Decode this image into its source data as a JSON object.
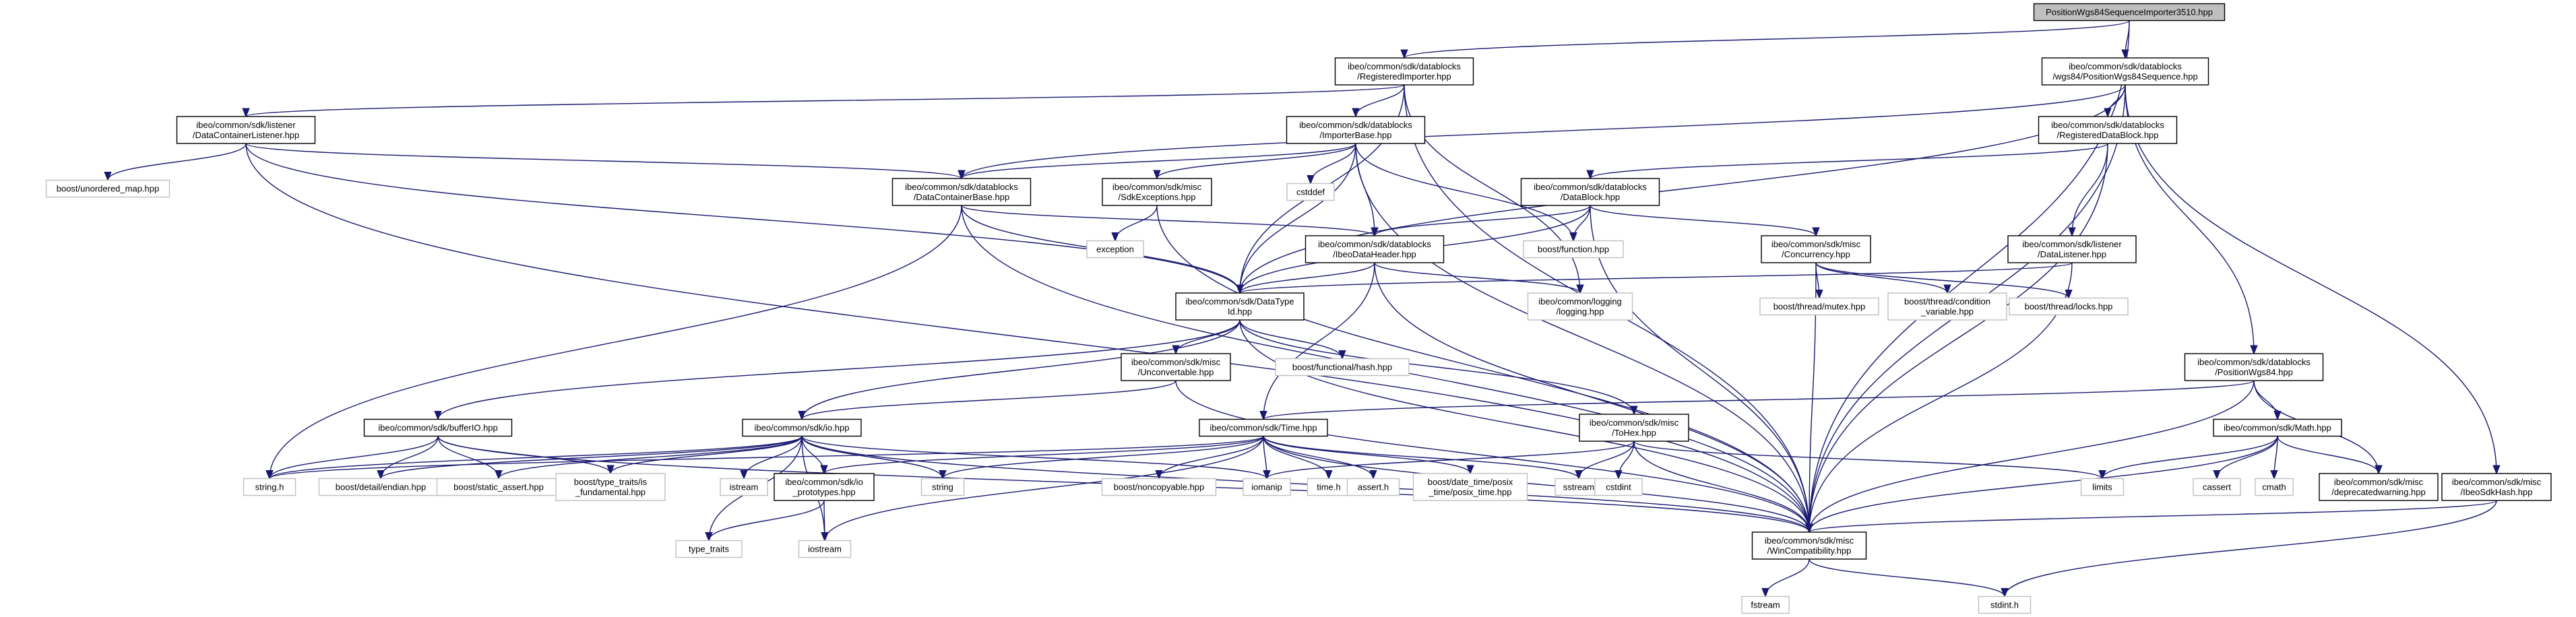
{
  "colors": {
    "edge": "#191970",
    "node_border": "#000000",
    "missing_border": "#bfbfbf",
    "root_fill": "#bfbfbf",
    "node_fill": "#ffffff",
    "missing_text": "#000000"
  },
  "nodes": [
    {
      "id": "root",
      "lines": [
        "PositionWgs84SequenceImporter3510.hpp"
      ],
      "kind": "root"
    },
    {
      "id": "regimp",
      "lines": [
        "ibeo/common/sdk/datablocks",
        "/RegisteredImporter.hpp"
      ],
      "kind": "file"
    },
    {
      "id": "pwseq",
      "lines": [
        "ibeo/common/sdk/datablocks",
        "/wgs84/PositionWgs84Sequence.hpp"
      ],
      "kind": "file"
    },
    {
      "id": "dclistener",
      "lines": [
        "ibeo/common/sdk/listener",
        "/DataContainerListener.hpp"
      ],
      "kind": "file"
    },
    {
      "id": "impbase",
      "lines": [
        "ibeo/common/sdk/datablocks",
        "/ImporterBase.hpp"
      ],
      "kind": "file"
    },
    {
      "id": "regdb",
      "lines": [
        "ibeo/common/sdk/datablocks",
        "/RegisteredDataBlock.hpp"
      ],
      "kind": "file"
    },
    {
      "id": "unordered",
      "lines": [
        "boost/unordered_map.hpp"
      ],
      "kind": "missing"
    },
    {
      "id": "dcbase",
      "lines": [
        "ibeo/common/sdk/datablocks",
        "/DataContainerBase.hpp"
      ],
      "kind": "file"
    },
    {
      "id": "sdkexc",
      "lines": [
        "ibeo/common/sdk/misc",
        "/SdkExceptions.hpp"
      ],
      "kind": "file"
    },
    {
      "id": "cstddef",
      "lines": [
        "cstddef"
      ],
      "kind": "missing"
    },
    {
      "id": "datablock",
      "lines": [
        "ibeo/common/sdk/datablocks",
        "/DataBlock.hpp"
      ],
      "kind": "file"
    },
    {
      "id": "exception",
      "lines": [
        "exception"
      ],
      "kind": "missing"
    },
    {
      "id": "ibeoheader",
      "lines": [
        "ibeo/common/sdk/datablocks",
        "/IbeoDataHeader.hpp"
      ],
      "kind": "file"
    },
    {
      "id": "boostfunc",
      "lines": [
        "boost/function.hpp"
      ],
      "kind": "missing"
    },
    {
      "id": "concurrency",
      "lines": [
        "ibeo/common/sdk/misc",
        "/Concurrency.hpp"
      ],
      "kind": "file"
    },
    {
      "id": "dlistener",
      "lines": [
        "ibeo/common/sdk/listener",
        "/DataListener.hpp"
      ],
      "kind": "file"
    },
    {
      "id": "datatypeid",
      "lines": [
        "ibeo/common/sdk/DataType",
        "Id.hpp"
      ],
      "kind": "file"
    },
    {
      "id": "logging",
      "lines": [
        "ibeo/common/logging",
        "/logging.hpp"
      ],
      "kind": "missing"
    },
    {
      "id": "mutex",
      "lines": [
        "boost/thread/mutex.hpp"
      ],
      "kind": "missing"
    },
    {
      "id": "condvar",
      "lines": [
        "boost/thread/condition",
        "_variable.hpp"
      ],
      "kind": "missing"
    },
    {
      "id": "locks",
      "lines": [
        "boost/thread/locks.hpp"
      ],
      "kind": "missing"
    },
    {
      "id": "unconvert",
      "lines": [
        "ibeo/common/sdk/misc",
        "/Unconvertable.hpp"
      ],
      "kind": "file"
    },
    {
      "id": "funchash",
      "lines": [
        "boost/functional/hash.hpp"
      ],
      "kind": "missing"
    },
    {
      "id": "poswgs",
      "lines": [
        "ibeo/common/sdk/datablocks",
        "/PositionWgs84.hpp"
      ],
      "kind": "file"
    },
    {
      "id": "bufferio",
      "lines": [
        "ibeo/common/sdk/bufferIO.hpp"
      ],
      "kind": "file"
    },
    {
      "id": "io",
      "lines": [
        "ibeo/common/sdk/io.hpp"
      ],
      "kind": "file"
    },
    {
      "id": "time",
      "lines": [
        "ibeo/common/sdk/Time.hpp"
      ],
      "kind": "file"
    },
    {
      "id": "tohex",
      "lines": [
        "ibeo/common/sdk/misc",
        "/ToHex.hpp"
      ],
      "kind": "file"
    },
    {
      "id": "math",
      "lines": [
        "ibeo/common/sdk/Math.hpp"
      ],
      "kind": "file"
    },
    {
      "id": "stringh",
      "lines": [
        "string.h"
      ],
      "kind": "missing"
    },
    {
      "id": "endian",
      "lines": [
        "boost/detail/endian.hpp"
      ],
      "kind": "missing"
    },
    {
      "id": "staticassert",
      "lines": [
        "boost/static_assert.hpp"
      ],
      "kind": "missing"
    },
    {
      "id": "typetraitsfund",
      "lines": [
        "boost/type_traits/is",
        "_fundamental.hpp"
      ],
      "kind": "missing"
    },
    {
      "id": "istream",
      "lines": [
        "istream"
      ],
      "kind": "missing"
    },
    {
      "id": "ioproto",
      "lines": [
        "ibeo/common/sdk/io",
        "_prototypes.hpp"
      ],
      "kind": "file"
    },
    {
      "id": "string",
      "lines": [
        "string"
      ],
      "kind": "missing"
    },
    {
      "id": "noncopy",
      "lines": [
        "boost/noncopyable.hpp"
      ],
      "kind": "missing"
    },
    {
      "id": "iomanip",
      "lines": [
        "iomanip"
      ],
      "kind": "missing"
    },
    {
      "id": "timeh",
      "lines": [
        "time.h"
      ],
      "kind": "missing"
    },
    {
      "id": "asserth",
      "lines": [
        "assert.h"
      ],
      "kind": "missing"
    },
    {
      "id": "posixtime",
      "lines": [
        "boost/date_time/posix",
        "_time/posix_time.hpp"
      ],
      "kind": "missing"
    },
    {
      "id": "sstream",
      "lines": [
        "sstream"
      ],
      "kind": "missing"
    },
    {
      "id": "cstdint",
      "lines": [
        "cstdint"
      ],
      "kind": "missing"
    },
    {
      "id": "limits",
      "lines": [
        "limits"
      ],
      "kind": "missing"
    },
    {
      "id": "cassert",
      "lines": [
        "cassert"
      ],
      "kind": "missing"
    },
    {
      "id": "cmath",
      "lines": [
        "cmath"
      ],
      "kind": "missing"
    },
    {
      "id": "deprecated",
      "lines": [
        "ibeo/common/sdk/misc",
        "/deprecatedwarning.hpp"
      ],
      "kind": "file"
    },
    {
      "id": "sdkhash",
      "lines": [
        "ibeo/common/sdk/misc",
        "/IbeoSdkHash.hpp"
      ],
      "kind": "file"
    },
    {
      "id": "wincompat",
      "lines": [
        "ibeo/common/sdk/misc",
        "/WinCompatibility.hpp"
      ],
      "kind": "file"
    },
    {
      "id": "typetraits",
      "lines": [
        "type_traits"
      ],
      "kind": "missing"
    },
    {
      "id": "iostream",
      "lines": [
        "iostream"
      ],
      "kind": "missing"
    },
    {
      "id": "fstream",
      "lines": [
        "fstream"
      ],
      "kind": "missing"
    },
    {
      "id": "stdinth",
      "lines": [
        "stdint.h"
      ],
      "kind": "missing"
    }
  ],
  "edges": [
    [
      "root",
      "regimp"
    ],
    [
      "root",
      "pwseq"
    ],
    [
      "root",
      "wincompat"
    ],
    [
      "regimp",
      "dclistener"
    ],
    [
      "regimp",
      "impbase"
    ],
    [
      "regimp",
      "datatypeid"
    ],
    [
      "regimp",
      "logging"
    ],
    [
      "regimp",
      "wincompat"
    ],
    [
      "pwseq",
      "regdb"
    ],
    [
      "pwseq",
      "datatypeid"
    ],
    [
      "pwseq",
      "poswgs"
    ],
    [
      "pwseq",
      "sdkhash"
    ],
    [
      "pwseq",
      "wincompat"
    ],
    [
      "pwseq",
      "dcbase"
    ],
    [
      "dclistener",
      "unordered"
    ],
    [
      "dclistener",
      "dcbase"
    ],
    [
      "dclistener",
      "datatypeid"
    ],
    [
      "dclistener",
      "wincompat"
    ],
    [
      "impbase",
      "dcbase"
    ],
    [
      "impbase",
      "sdkexc"
    ],
    [
      "impbase",
      "cstddef"
    ],
    [
      "impbase",
      "datatypeid"
    ],
    [
      "impbase",
      "ibeoheader"
    ],
    [
      "impbase",
      "boostfunc"
    ],
    [
      "impbase",
      "wincompat"
    ],
    [
      "regdb",
      "datablock"
    ],
    [
      "regdb",
      "dlistener"
    ],
    [
      "regdb",
      "wincompat"
    ],
    [
      "dcbase",
      "ibeoheader"
    ],
    [
      "dcbase",
      "datatypeid"
    ],
    [
      "dcbase",
      "stringh"
    ],
    [
      "dcbase",
      "wincompat"
    ],
    [
      "sdkexc",
      "exception"
    ],
    [
      "sdkexc",
      "wincompat"
    ],
    [
      "datablock",
      "ibeoheader"
    ],
    [
      "datablock",
      "datatypeid"
    ],
    [
      "datablock",
      "boostfunc"
    ],
    [
      "datablock",
      "concurrency"
    ],
    [
      "datablock",
      "wincompat"
    ],
    [
      "ibeoheader",
      "datatypeid"
    ],
    [
      "ibeoheader",
      "time"
    ],
    [
      "ibeoheader",
      "wincompat"
    ],
    [
      "ibeoheader",
      "logging"
    ],
    [
      "concurrency",
      "mutex"
    ],
    [
      "concurrency",
      "condvar"
    ],
    [
      "concurrency",
      "locks"
    ],
    [
      "concurrency",
      "wincompat"
    ],
    [
      "dlistener",
      "datatypeid"
    ],
    [
      "dlistener",
      "wincompat"
    ],
    [
      "datatypeid",
      "unconvert"
    ],
    [
      "datatypeid",
      "funchash"
    ],
    [
      "datatypeid",
      "bufferio"
    ],
    [
      "datatypeid",
      "io"
    ],
    [
      "datatypeid",
      "tohex"
    ],
    [
      "datatypeid",
      "wincompat"
    ],
    [
      "unconvert",
      "io"
    ],
    [
      "unconvert",
      "wincompat"
    ],
    [
      "poswgs",
      "time"
    ],
    [
      "poswgs",
      "math"
    ],
    [
      "poswgs",
      "deprecated"
    ],
    [
      "poswgs",
      "wincompat"
    ],
    [
      "bufferio",
      "stringh"
    ],
    [
      "bufferio",
      "endian"
    ],
    [
      "bufferio",
      "staticassert"
    ],
    [
      "bufferio",
      "typetraitsfund"
    ],
    [
      "bufferio",
      "wincompat"
    ],
    [
      "io",
      "stringh"
    ],
    [
      "io",
      "endian"
    ],
    [
      "io",
      "staticassert"
    ],
    [
      "io",
      "typetraitsfund"
    ],
    [
      "io",
      "istream"
    ],
    [
      "io",
      "ioproto"
    ],
    [
      "io",
      "string"
    ],
    [
      "io",
      "iomanip"
    ],
    [
      "io",
      "typetraits"
    ],
    [
      "io",
      "iostream"
    ],
    [
      "io",
      "wincompat"
    ],
    [
      "time",
      "stringh"
    ],
    [
      "time",
      "string"
    ],
    [
      "time",
      "noncopy"
    ],
    [
      "time",
      "iomanip"
    ],
    [
      "time",
      "timeh"
    ],
    [
      "time",
      "asserth"
    ],
    [
      "time",
      "posixtime"
    ],
    [
      "time",
      "sstream"
    ],
    [
      "time",
      "ioproto"
    ],
    [
      "time",
      "iostream"
    ],
    [
      "time",
      "wincompat"
    ],
    [
      "tohex",
      "iomanip"
    ],
    [
      "tohex",
      "sstream"
    ],
    [
      "tohex",
      "cstdint"
    ],
    [
      "tohex",
      "limits"
    ],
    [
      "tohex",
      "wincompat"
    ],
    [
      "math",
      "limits"
    ],
    [
      "math",
      "cassert"
    ],
    [
      "math",
      "cmath"
    ],
    [
      "math",
      "deprecated"
    ],
    [
      "math",
      "wincompat"
    ],
    [
      "ioproto",
      "typetraits"
    ],
    [
      "ioproto",
      "iostream"
    ],
    [
      "sdkhash",
      "wincompat"
    ],
    [
      "sdkhash",
      "stdinth"
    ],
    [
      "wincompat",
      "fstream"
    ],
    [
      "wincompat",
      "stdinth"
    ]
  ]
}
